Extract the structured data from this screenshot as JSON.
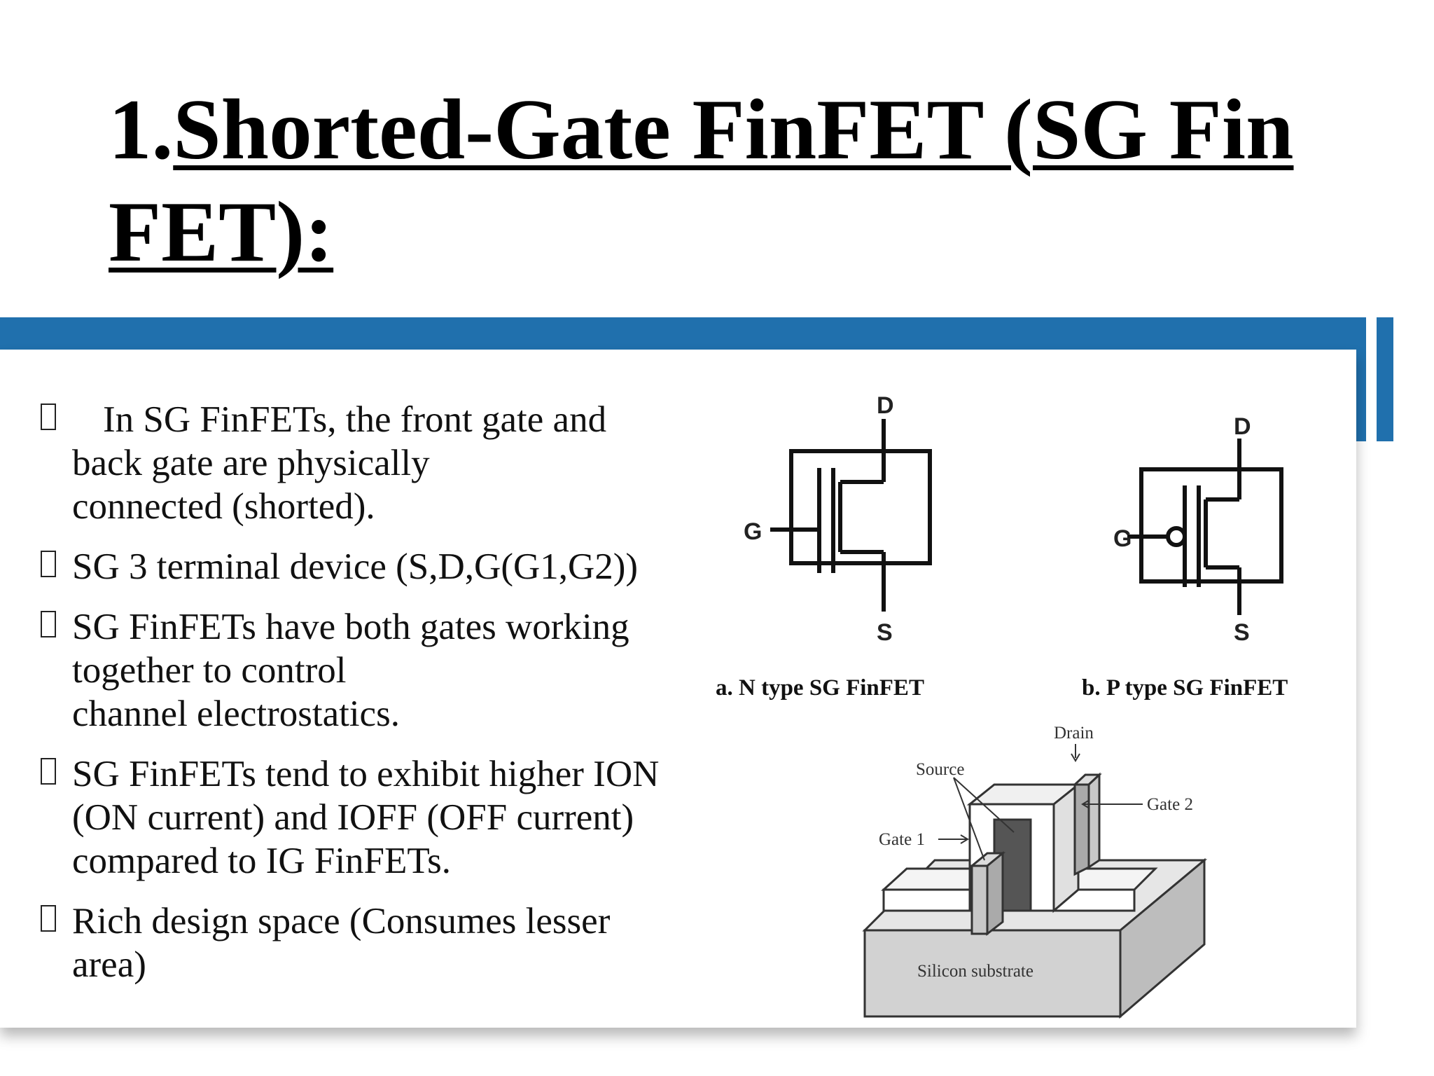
{
  "slide": {
    "title_number": "1.",
    "title_line1": "Shorted-Gate FinFET (SG Fin",
    "title_line2": "FET):"
  },
  "bullets": [
    {
      "lines": [
        "In SG FinFETs, the front gate and",
        "back gate are physically",
        "connected (shorted)."
      ]
    },
    {
      "lines": [
        "SG  3 terminal device (S,D,G(G1,G2))"
      ]
    },
    {
      "lines": [
        "SG FinFETs have both gates working",
        "together to control",
        "channel electrostatics."
      ]
    },
    {
      "lines": [
        "SG FinFETs tend to exhibit higher ION",
        "(ON current) and IOFF (OFF current)",
        "compared to IG FinFETs."
      ]
    },
    {
      "lines": [
        "Rich design space (Consumes lesser",
        "area)"
      ]
    }
  ],
  "figure": {
    "n_type": {
      "drain": "D",
      "gate": "G",
      "source": "S",
      "caption": "a.  N type SG FinFET"
    },
    "p_type": {
      "drain": "D",
      "gate": "G",
      "source": "S",
      "caption": "b. P type SG FinFET"
    },
    "structure": {
      "drain": "Drain",
      "source": "Source",
      "gate1": "Gate 1",
      "gate2": "Gate 2",
      "substrate": "Silicon substrate"
    }
  },
  "colors": {
    "accent_bar": "#2070ad",
    "text": "#111111"
  }
}
